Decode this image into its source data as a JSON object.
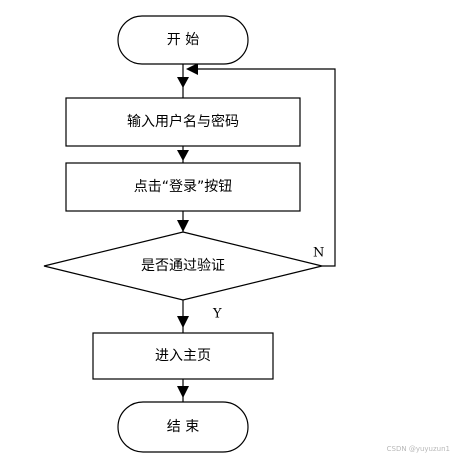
{
  "diagram": {
    "nodes": {
      "start": {
        "label": "开 始",
        "shape": "terminal"
      },
      "input": {
        "label": "输入用户名与密码",
        "shape": "process"
      },
      "click_login": {
        "label": "点击“登录”按钮",
        "shape": "process"
      },
      "verify": {
        "label": "是否通过验证",
        "shape": "decision"
      },
      "home": {
        "label": "进入主页",
        "shape": "process"
      },
      "end": {
        "label": "结 束",
        "shape": "terminal"
      }
    },
    "edges": [
      {
        "from": "start",
        "to": "input"
      },
      {
        "from": "input",
        "to": "click_login"
      },
      {
        "from": "click_login",
        "to": "verify"
      },
      {
        "from": "verify",
        "to": "home",
        "label": "Y"
      },
      {
        "from": "verify",
        "to": "input",
        "label": "N"
      },
      {
        "from": "home",
        "to": "end"
      }
    ],
    "line_color": "#000000",
    "fill_color": "#ffffff"
  },
  "watermark": {
    "text": "CSDN @yuyuzun1"
  }
}
